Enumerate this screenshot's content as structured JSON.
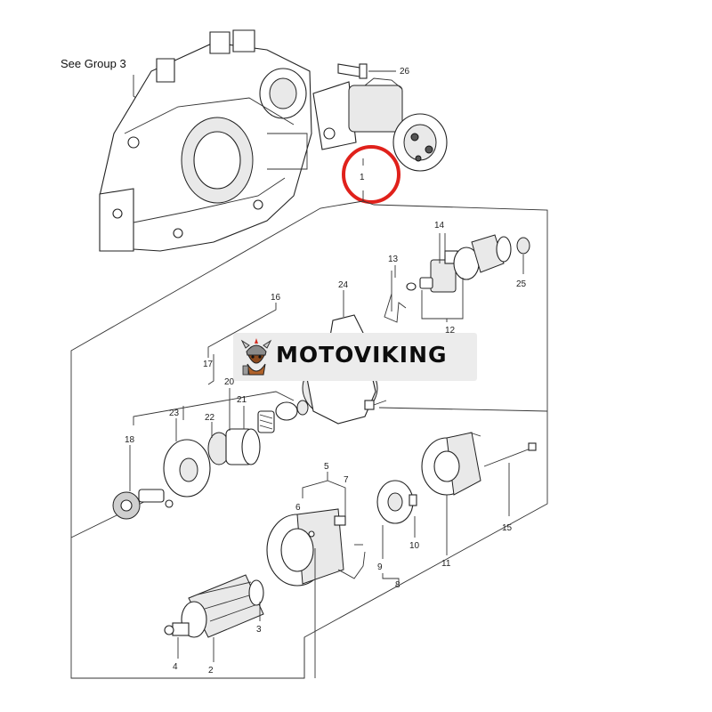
{
  "caption": "See Group 3",
  "watermark": {
    "text": "MOTOVIKING"
  },
  "highlight_color": "#e0211b",
  "callouts": {
    "c1": "1",
    "c2": "2",
    "c3": "3",
    "c4": "4",
    "c5": "5",
    "c6": "6",
    "c7": "7",
    "c8": "8",
    "c9": "9",
    "c10": "10",
    "c11": "11",
    "c12": "12",
    "c13": "13",
    "c14": "14",
    "c15": "15",
    "c16": "16",
    "c17": "17",
    "c18": "18",
    "c20": "20",
    "c21": "21",
    "c22": "22",
    "c23": "23",
    "c24": "24",
    "c25": "25",
    "c26": "26"
  }
}
